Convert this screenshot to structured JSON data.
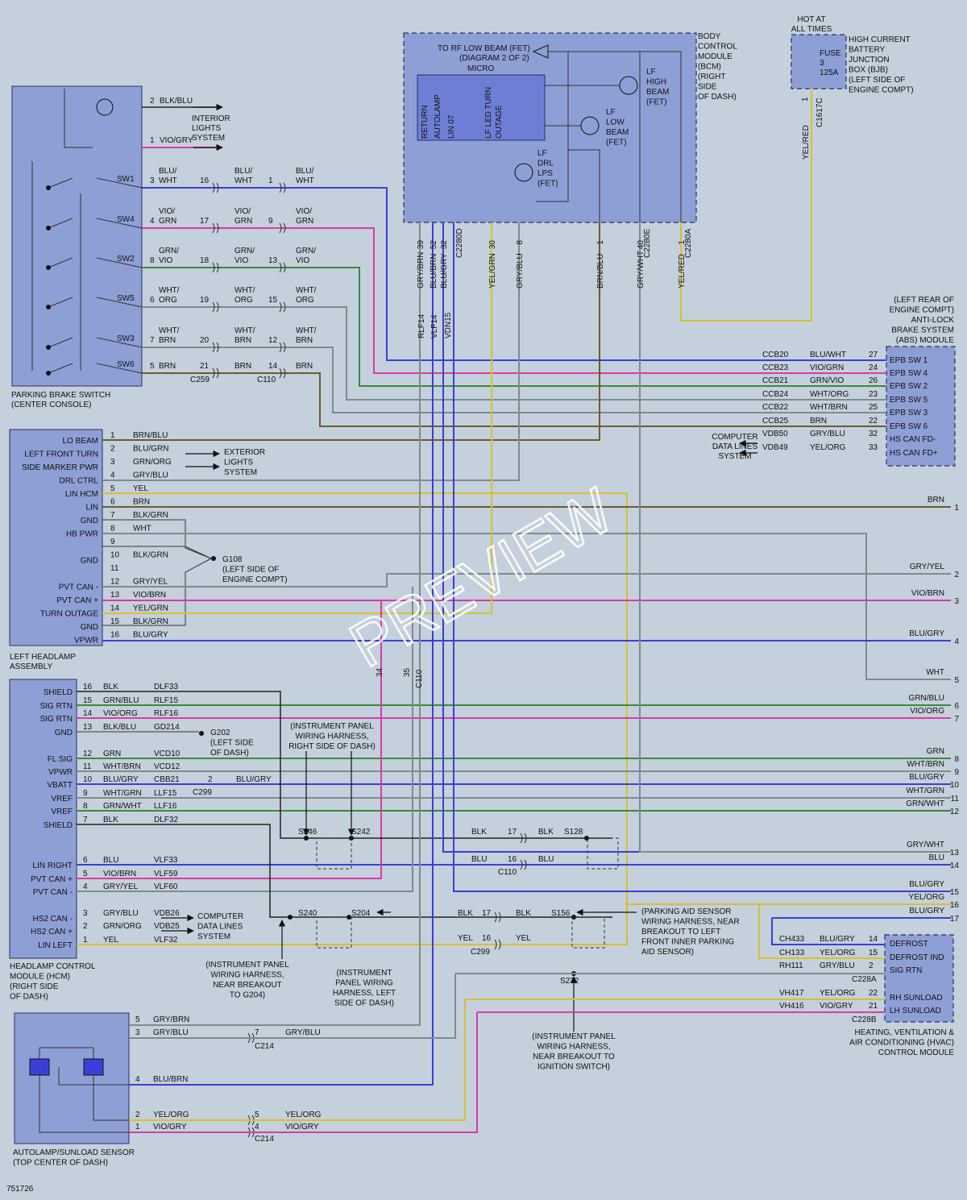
{
  "diagram_id": "751726",
  "watermark": "PREVIEW",
  "colors": {
    "background": "#c4d0dc",
    "module_fill": "#8e9fd6",
    "inner_fill": "#6e7ed4",
    "blue": "#3a3fd8",
    "magenta": "#d93aa7",
    "green": "#3a8a3a",
    "gray": "#7f8a8f",
    "brown": "#6e5a2e",
    "yellow": "#d8c030",
    "black": "#222222"
  },
  "bcm": {
    "label": [
      "BODY",
      "CONTROL",
      "MODULE",
      "(BCM)",
      "(RIGHT",
      "SIDE",
      "OF DASH)"
    ],
    "rf_low_beam": [
      "TO RF LOW BEAM (FET)",
      "(DIAGRAM 2 OF 2)"
    ],
    "micro": "MICRO",
    "inner_pins": [
      "RETURN",
      "AUTOLAMP",
      "LIN 07",
      "LF LED TURN OUTAGE"
    ],
    "fet_high": [
      "LF",
      "HIGH",
      "BEAM",
      "(FET)"
    ],
    "fet_low": [
      "LF",
      "LOW",
      "BEAM",
      "(FET)"
    ],
    "fet_drl": [
      "LF",
      "DRL",
      "LPS",
      "(FET)"
    ],
    "pins": [
      "39",
      "52",
      "32",
      "30",
      "8",
      "1",
      "40",
      "1"
    ],
    "connectors": [
      "C2280D",
      "C2280E",
      "C2280A"
    ],
    "wires": [
      "GRY/BRN",
      "BLU/BRN",
      "BLU/GRY",
      "YEL/GRN",
      "GRY/BLU",
      "BRN/BLU",
      "GRY/WHT",
      "YEL/RED"
    ],
    "circuits": [
      "RLF14",
      "VLF14",
      "VDN15"
    ]
  },
  "bjb": {
    "hot": [
      "HOT AT",
      "ALL TIMES"
    ],
    "fuse": [
      "FUSE",
      "3",
      "125A"
    ],
    "label": [
      "HIGH CURRENT",
      "BATTERY",
      "JUNCTION",
      "BOX (BJB)",
      "(LEFT SIDE OF",
      "ENGINE COMPT)"
    ],
    "pin": "1",
    "connector": "C1617C",
    "wire": "YEL/RED"
  },
  "parking_brake": {
    "label": [
      "PARKING BRAKE SWITCH",
      "(CENTER CONSOLE)"
    ],
    "switches": [
      "SW1",
      "SW4",
      "SW2",
      "SW5",
      "SW3",
      "SW6"
    ],
    "top_wires": [
      {
        "pin": "2",
        "color": "BLK/BLU"
      },
      {
        "pin": "1",
        "color": "VIO/GRY"
      }
    ],
    "interior": [
      "INTERIOR",
      "LIGHTS",
      "SYSTEM"
    ],
    "rows": [
      {
        "p1": "3",
        "c1": [
          "BLU/",
          "WHT"
        ],
        "p2": "16",
        "c2": [
          "BLU/",
          "WHT"
        ],
        "p3": "1",
        "c3": [
          "BLU/",
          "WHT"
        ]
      },
      {
        "p1": "4",
        "c1": [
          "VIO/",
          "GRN"
        ],
        "p2": "17",
        "c2": [
          "VIO/",
          "GRN"
        ],
        "p3": "9",
        "c3": [
          "VIO/",
          "GRN"
        ]
      },
      {
        "p1": "8",
        "c1": [
          "GRN/",
          "VIO"
        ],
        "p2": "18",
        "c2": [
          "GRN/",
          "VIO"
        ],
        "p3": "13",
        "c3": [
          "GRN/",
          "VIO"
        ]
      },
      {
        "p1": "6",
        "c1": [
          "WHT/",
          "ORG"
        ],
        "p2": "19",
        "c2": [
          "WHT/",
          "ORG"
        ],
        "p3": "15",
        "c3": [
          "WHT/",
          "ORG"
        ]
      },
      {
        "p1": "7",
        "c1": [
          "WHT/",
          "BRN"
        ],
        "p2": "20",
        "c2": [
          "WHT/",
          "BRN"
        ],
        "p3": "12",
        "c3": [
          "WHT/",
          "BRN"
        ]
      },
      {
        "p1": "5",
        "c1": [
          "BRN"
        ],
        "p2": "21",
        "c2": [
          "BRN"
        ],
        "p3": "14",
        "c3": [
          "BRN"
        ]
      }
    ],
    "connectors": [
      "C259",
      "C110"
    ]
  },
  "abs": {
    "label": [
      "(LEFT REAR OF",
      "ENGINE COMPT)",
      "ANTI-LOCK",
      "BRAKE SYSTEM",
      "(ABS) MODULE"
    ],
    "rows": [
      {
        "ckt": "CCB20",
        "color": "BLU/WHT",
        "pin": "27",
        "name": "EPB SW 1"
      },
      {
        "ckt": "CCB23",
        "color": "VIO/GRN",
        "pin": "24",
        "name": "EPB SW 4"
      },
      {
        "ckt": "CCB21",
        "color": "GRN/VIO",
        "pin": "26",
        "name": "EPB SW 2"
      },
      {
        "ckt": "CCB24",
        "color": "WHT/ORG",
        "pin": "23",
        "name": "EPB SW 5"
      },
      {
        "ckt": "CCB22",
        "color": "WHT/BRN",
        "pin": "25",
        "name": "EPB SW 3"
      },
      {
        "ckt": "CCB25",
        "color": "BRN",
        "pin": "22",
        "name": "EPB SW 6"
      },
      {
        "ckt": "VDB50",
        "color": "GRY/BLU",
        "pin": "32",
        "name": "HS CAN FD-"
      },
      {
        "ckt": "VDB49",
        "color": "YEL/ORG",
        "pin": "33",
        "name": "HS CAN FD+"
      }
    ],
    "datalines": [
      "COMPUTER",
      "DATA LINES",
      "SYSTEM"
    ]
  },
  "headlamp": {
    "label": [
      "LEFT HEADLAMP",
      "ASSEMBLY"
    ],
    "pins": [
      {
        "name": "LO BEAM",
        "pin": "1",
        "color": "BRN/BLU"
      },
      {
        "name": "LEFT FRONT TURN",
        "pin": "2",
        "color": "BLU/GRN"
      },
      {
        "name": "SIDE MARKER PWR",
        "pin": "3",
        "color": "GRN/ORG"
      },
      {
        "name": "DRL CTRL",
        "pin": "4",
        "color": "GRY/BLU"
      },
      {
        "name": "LIN HCM",
        "pin": "5",
        "color": "YEL"
      },
      {
        "name": "LIN",
        "pin": "6",
        "color": "BRN"
      },
      {
        "name": "GND",
        "pin": "7",
        "color": "BLK/GRN"
      },
      {
        "name": "HB PWR",
        "pin": "8",
        "color": "WHT"
      },
      {
        "name": "",
        "pin": "9",
        "color": ""
      },
      {
        "name": "GND",
        "pin": "10",
        "color": "BLK/GRN"
      },
      {
        "name": "",
        "pin": "11",
        "color": ""
      },
      {
        "name": "PVT CAN -",
        "pin": "12",
        "color": "GRY/YEL"
      },
      {
        "name": "PVT CAN +",
        "pin": "13",
        "color": "VIO/BRN"
      },
      {
        "name": "TURN OUTAGE",
        "pin": "14",
        "color": "YEL/GRN"
      },
      {
        "name": "GND",
        "pin": "15",
        "color": "BLK/GRN"
      },
      {
        "name": "VPWR",
        "pin": "16",
        "color": "BLU/GRY"
      }
    ],
    "exterior": [
      "EXTERIOR",
      "LIGHTS",
      "SYSTEM"
    ],
    "g108": [
      "G108",
      "(LEFT SIDE OF",
      "ENGINE COMPT)"
    ],
    "c110_pins": [
      "34",
      "35"
    ],
    "c110": "C110"
  },
  "hcm": {
    "label": [
      "HEADLAMP CONTROL",
      "MODULE (HCM)",
      "(RIGHT SIDE",
      "OF DASH)"
    ],
    "pins": [
      {
        "name": "SHIELD",
        "pin": "16",
        "color": "BLK",
        "ckt": "DLF33"
      },
      {
        "name": "SIG RTN",
        "pin": "15",
        "color": "GRN/BLU",
        "ckt": "RLF15"
      },
      {
        "name": "SIG RTN",
        "pin": "14",
        "color": "VIO/ORG",
        "ckt": "RLF16"
      },
      {
        "name": "GND",
        "pin": "13",
        "color": "BLK/BLU",
        "ckt": "GD214"
      },
      {
        "name": "FL SIG",
        "pin": "12",
        "color": "GRN",
        "ckt": "VCD10"
      },
      {
        "name": "VPWR",
        "pin": "11",
        "color": "WHT/BRN",
        "ckt": "VCD12"
      },
      {
        "name": "VBATT",
        "pin": "10",
        "color": "BLU/GRY",
        "ckt": "CBB21"
      },
      {
        "name": "VREF",
        "pin": "9",
        "color": "WHT/GRN",
        "ckt": "LLF15"
      },
      {
        "name": "VREF",
        "pin": "8",
        "color": "GRN/WHT",
        "ckt": "LLF16"
      },
      {
        "name": "SHIELD",
        "pin": "7",
        "color": "BLK",
        "ckt": "DLF32"
      },
      {
        "name": "LIN RIGHT",
        "pin": "6",
        "color": "BLU",
        "ckt": "VLF33"
      },
      {
        "name": "PVT CAN +",
        "pin": "5",
        "color": "VIO/BRN",
        "ckt": "VLF59"
      },
      {
        "name": "PVT CAN -",
        "pin": "4",
        "color": "GRY/YEL",
        "ckt": "VLF60"
      },
      {
        "name": "HS2 CAN -",
        "pin": "3",
        "color": "GRY/BLU",
        "ckt": "VDB26"
      },
      {
        "name": "HS2 CAN +",
        "pin": "2",
        "color": "GRN/ORG",
        "ckt": "VDB25"
      },
      {
        "name": "LIN LEFT",
        "pin": "1",
        "color": "YEL",
        "ckt": "VLF32"
      }
    ],
    "g202": [
      "G202",
      "(LEFT SIDE",
      "OF DASH)"
    ],
    "c299_pin": "2",
    "c299_color": "BLU/GRY",
    "c299": "C299",
    "datalines": [
      "COMPUTER",
      "DATA LINES",
      "SYSTEM"
    ]
  },
  "splices": {
    "s246": "S246",
    "s242": "S242",
    "s128": "S128",
    "s240": "S240",
    "s204": "S204",
    "s156": "S156",
    "s232": "S232",
    "blk17": {
      "a": "BLK",
      "pin": "17",
      "b": "BLK"
    },
    "blu16": {
      "a": "BLU",
      "pin": "16",
      "b": "BLU"
    },
    "c110": "C110",
    "blk17b": {
      "a": "BLK",
      "pin": "17",
      "b": "BLK"
    },
    "yel16": {
      "a": "YEL",
      "pin": "16",
      "b": "YEL"
    },
    "c299": "C299",
    "ip_right": [
      "(INSTRUMENT PANEL",
      "WIRING HARNESS,",
      "RIGHT SIDE OF DASH)"
    ],
    "ip_g204": [
      "(INSTRUMENT PANEL",
      "WIRING HARNESS,",
      "NEAR BREAKOUT",
      "TO G204)"
    ],
    "ip_left": [
      "(INSTRUMENT",
      "PANEL WIRING",
      "HARNESS, LEFT",
      "SIDE OF DASH)"
    ],
    "parking_aid": [
      "(PARKING AID SENSOR",
      "WIRING HARNESS, NEAR",
      "BREAKOUT TO LEFT",
      "FRONT INNER PARKING",
      "AID SENSOR)"
    ],
    "ip_ignition": [
      "(INSTRUMENT PANEL",
      "WIRING HARNESS,",
      "NEAR BREAKOUT TO",
      "IGNITION SWITCH)"
    ]
  },
  "offpage": [
    {
      "color": "BRN",
      "num": "1"
    },
    {
      "color": "GRY/YEL",
      "num": "2"
    },
    {
      "color": "VIO/BRN",
      "num": "3"
    },
    {
      "color": "BLU/GRY",
      "num": "4"
    },
    {
      "color": "WHT",
      "num": "5"
    },
    {
      "color": "GRN/BLU",
      "num": "6"
    },
    {
      "color": "VIO/ORG",
      "num": "7"
    },
    {
      "color": "GRN",
      "num": "8"
    },
    {
      "color": "WHT/BRN",
      "num": "9"
    },
    {
      "color": "BLU/GRY",
      "num": "10"
    },
    {
      "color": "WHT/GRN",
      "num": "11"
    },
    {
      "color": "GRN/WHT",
      "num": "12"
    },
    {
      "color": "GRY/WHT",
      "num": "13"
    },
    {
      "color": "BLU",
      "num": "14"
    },
    {
      "color": "BLU/GRY",
      "num": "15"
    },
    {
      "color": "YEL/ORG",
      "num": "16"
    },
    {
      "color": "BLU/GRY",
      "num": "17"
    }
  ],
  "hvac": {
    "label": [
      "HEATING, VENTILATION &",
      "AIR CONDITIONING (HVAC)",
      "CONTROL MODULE"
    ],
    "rows": [
      {
        "ckt": "CH433",
        "color": "BLU/GRY",
        "pin": "14",
        "name": "DEFROST"
      },
      {
        "ckt": "CH133",
        "color": "YEL/ORG",
        "pin": "15",
        "name": "DEFROST IND"
      },
      {
        "ckt": "RH111",
        "color": "GRY/BLU",
        "pin": "2",
        "name": "SIG RTN"
      },
      {
        "ckt": "VH417",
        "color": "YEL/ORG",
        "pin": "22",
        "name": "RH SUNLOAD"
      },
      {
        "ckt": "VH416",
        "color": "VIO/GRY",
        "pin": "21",
        "name": "LH SUNLOAD"
      }
    ],
    "connectors": [
      "C228A",
      "C228B"
    ]
  },
  "autolamp": {
    "label": [
      "AUTOLAMP/SUNLOAD SENSOR",
      "(TOP CENTER OF DASH)"
    ],
    "rows": [
      {
        "pin": "5",
        "color": "GRY/BRN"
      },
      {
        "pin": "3",
        "color": "GRY/BLU",
        "c_pin": "7",
        "c_color": "GRY/BLU"
      },
      {
        "pin": "4",
        "color": "BLU/BRN"
      },
      {
        "pin": "2",
        "color": "YEL/ORG",
        "c_pin": "5",
        "c_color": "YEL/ORG"
      },
      {
        "pin": "1",
        "color": "VIO/GRY",
        "c_pin": "4",
        "c_color": "VIO/GRY"
      }
    ],
    "c214": "C214"
  }
}
